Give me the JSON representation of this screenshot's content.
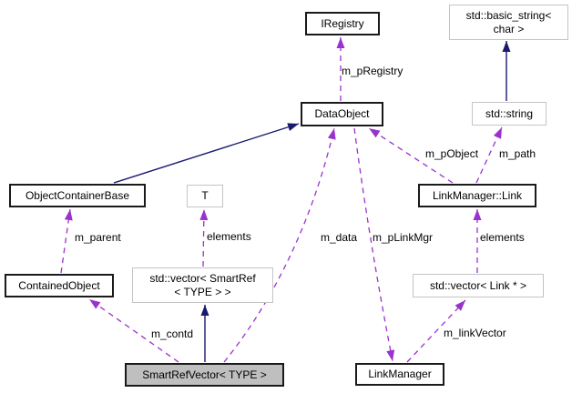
{
  "diagram": {
    "type": "collaboration-graph",
    "nodes": [
      {
        "id": "iregistry",
        "label": "IRegistry"
      },
      {
        "id": "std-basic-string",
        "label": "std::basic_string<\nchar >"
      },
      {
        "id": "dataobject",
        "label": "DataObject"
      },
      {
        "id": "std-string",
        "label": "std::string"
      },
      {
        "id": "objectcontainerbase",
        "label": "ObjectContainerBase"
      },
      {
        "id": "t",
        "label": "T"
      },
      {
        "id": "linkmanager-link",
        "label": "LinkManager::Link"
      },
      {
        "id": "containedobject",
        "label": "ContainedObject"
      },
      {
        "id": "std-vector-smartref",
        "label": "std::vector< SmartRef\n< TYPE > >"
      },
      {
        "id": "std-vector-link-ptr",
        "label": "std::vector< Link * >"
      },
      {
        "id": "smartrefvector",
        "label": "SmartRefVector< TYPE >"
      },
      {
        "id": "linkmanager",
        "label": "LinkManager"
      }
    ],
    "edge_labels": [
      {
        "id": "m_pRegistry",
        "label": "m_pRegistry"
      },
      {
        "id": "m_pObject",
        "label": "m_pObject"
      },
      {
        "id": "m_path",
        "label": "m_path"
      },
      {
        "id": "m_parent",
        "label": "m_parent"
      },
      {
        "id": "elements_left",
        "label": "elements"
      },
      {
        "id": "m_data",
        "label": "m_data"
      },
      {
        "id": "m_pLinkMgr",
        "label": "m_pLinkMgr"
      },
      {
        "id": "elements_right",
        "label": "elements"
      },
      {
        "id": "m_contd",
        "label": "m_contd"
      },
      {
        "id": "m_linkVector",
        "label": "m_linkVector"
      }
    ],
    "colors": {
      "background": "#ffffff",
      "node_border": "#1a1a1a",
      "template_node_border": "#c4c4c4",
      "current_node_fill": "#bfbfbf",
      "inheritance_edge": "#191970",
      "usage_edge": "#9a32cd",
      "text": "#000000"
    }
  }
}
